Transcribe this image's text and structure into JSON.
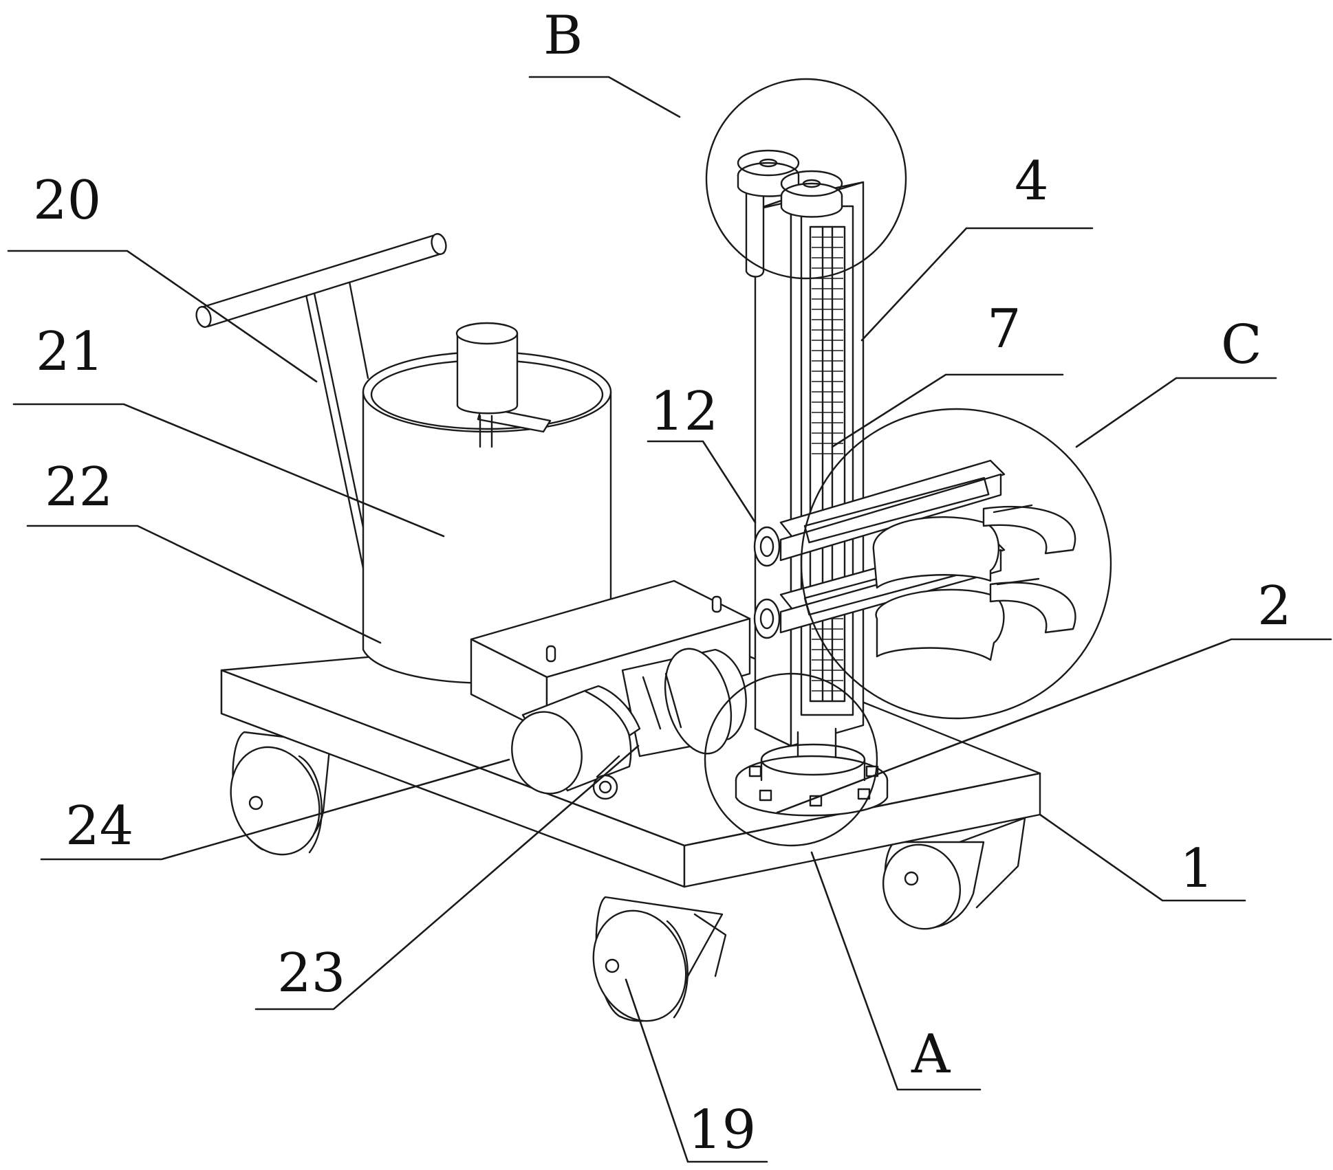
{
  "labels": {
    "b": "B",
    "n20": "20",
    "n4": "4",
    "n21": "21",
    "n7": "7",
    "c": "C",
    "n12": "12",
    "n22": "22",
    "n2": "2",
    "n24": "24",
    "n1": "1",
    "n23": "23",
    "a": "A",
    "n19": "19"
  }
}
